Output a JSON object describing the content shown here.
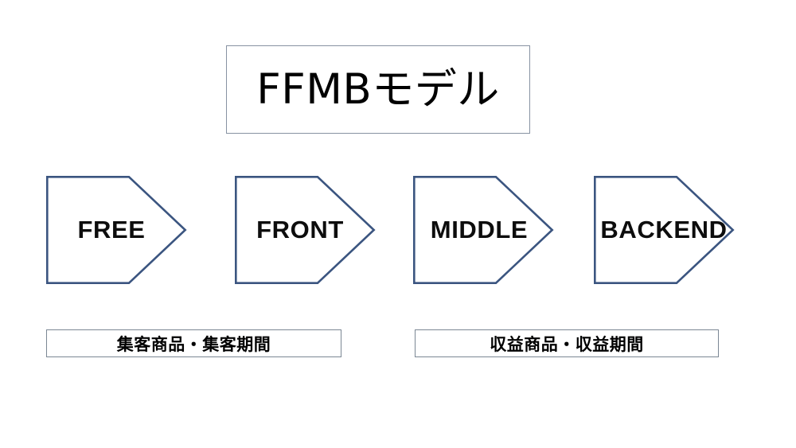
{
  "diagram": {
    "title": {
      "text": "FFMBモデル",
      "border_color": "#8792a2"
    },
    "stages": [
      {
        "label": "FREE",
        "shape": "chevron-arrow-right",
        "border_color": "#3B5580"
      },
      {
        "label": "FRONT",
        "shape": "chevron-arrow-right",
        "border_color": "#3B5580"
      },
      {
        "label": "MIDDLE",
        "shape": "chevron-arrow-right",
        "border_color": "#3B5580"
      },
      {
        "label": "BACKEND",
        "shape": "chevron-arrow-right",
        "border_color": "#3B5580"
      }
    ],
    "captions": [
      {
        "text": "集客商品・集客期間",
        "covers": [
          "FREE",
          "FRONT"
        ],
        "border_color": "#7b8794"
      },
      {
        "text": "収益商品・収益期間",
        "covers": [
          "MIDDLE",
          "BACKEND"
        ],
        "border_color": "#7b8794"
      }
    ],
    "background_color": "#ffffff",
    "text_color": "#000000"
  }
}
